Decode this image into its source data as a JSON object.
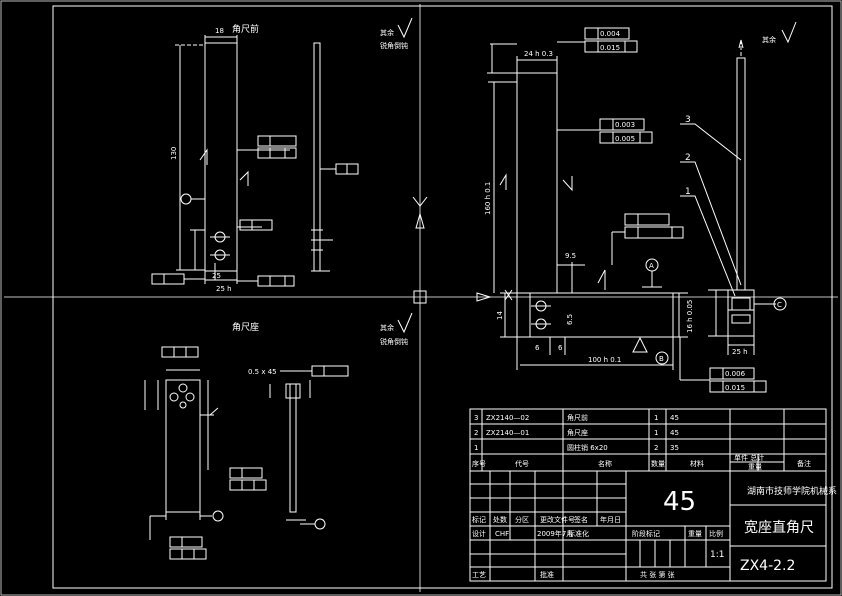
{
  "colors": {
    "background": "#000000",
    "lines": "#ffffff",
    "center": "#ffffff"
  },
  "view_titles": {
    "top_left": "角尺前",
    "bottom_left": "角尺座"
  },
  "roughness_notes": {
    "top_mid": "其余",
    "top_mid_sub": "锐角倒钝",
    "bottom_mid": "其余",
    "bottom_mid_sub": "锐角倒钝",
    "top_right": "其余"
  },
  "dimensions": {
    "tl_width": "18",
    "tl_height": "130",
    "tl_b1": "25",
    "tl_b2": "25 h",
    "right_width": "24 h 0.3",
    "right_height": "160 h 0.1",
    "right_base": "100 h 0.1",
    "right_side": "16 h 0.05",
    "right_b1": "6",
    "right_b2": "6",
    "right_side_w": "25 h",
    "right_bl": "14",
    "right_h": "9.5",
    "right_h2": "6.5",
    "bl_chamfer": "0.5 x 45"
  },
  "tolerances": {
    "t1": "0.004",
    "t2": "0.015",
    "t3": "0.003",
    "t4": "0.005",
    "t5": "0.006",
    "t6": "0.015"
  },
  "datums": {
    "a": "A",
    "b": "B",
    "c": "C"
  },
  "part_numbers": [
    "1",
    "2",
    "3"
  ],
  "bom": {
    "rows": [
      {
        "no": "3",
        "code": "ZX2140—02",
        "name": "角尺前",
        "qty": "1",
        "material": "45"
      },
      {
        "no": "2",
        "code": "ZX2140—01",
        "name": "角尺座",
        "qty": "1",
        "material": "45"
      },
      {
        "no": "1",
        "code": "圆柱销 6x20",
        "name": "",
        "qty": "2",
        "material": "35"
      }
    ],
    "headers": {
      "no": "序号",
      "code": "代号",
      "name": "名称",
      "qty": "数量",
      "material": "材料",
      "unit_weight": "单件 总计",
      "weight": "重量",
      "note": "备注"
    }
  },
  "title_block": {
    "material": "45",
    "school": "湖南市技师学院机械系",
    "part_name": "宽座直角尺",
    "drawing_no": "ZX4-2.2",
    "scale": "1:1",
    "labels": {
      "mark": "标记",
      "count": "处数",
      "zone": "分区",
      "change_doc": "更改文件号",
      "sign": "签名",
      "date": "年月日",
      "design": "设计",
      "designer": "CHF",
      "design_date": "2009年7月",
      "std": "标准化",
      "stage": "阶段标记",
      "weight": "重量",
      "scale_lbl": "比例",
      "process": "工艺",
      "approve": "批准",
      "sheets": "共 张 第 张"
    }
  }
}
